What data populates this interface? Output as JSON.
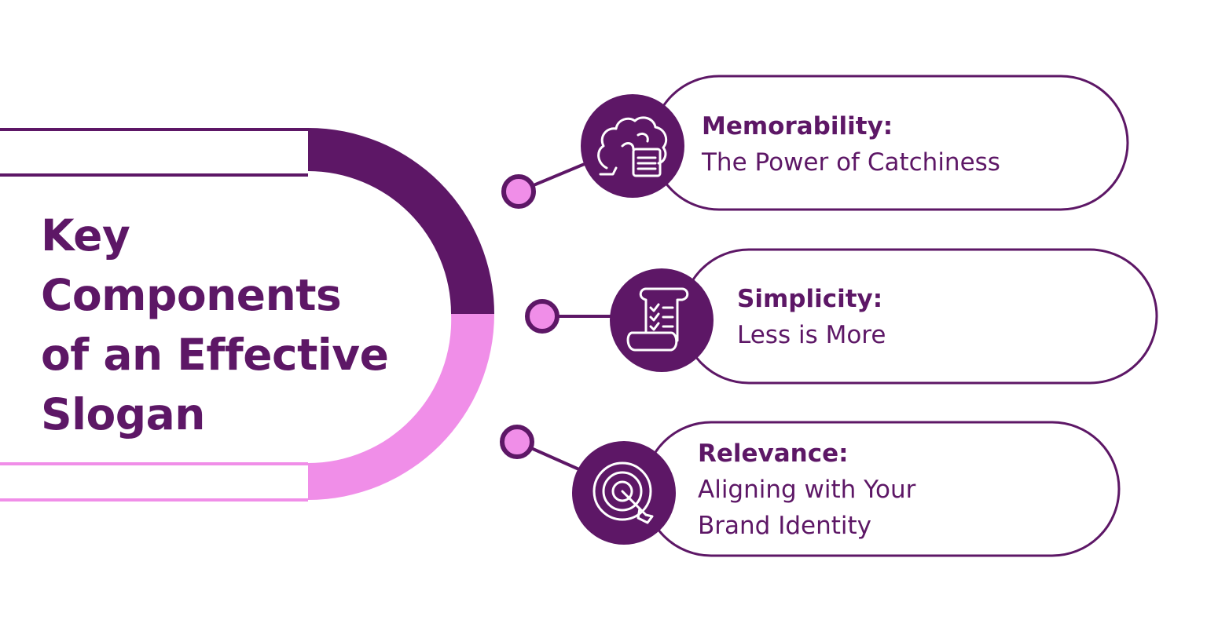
{
  "colors": {
    "primary": "#5d1766",
    "accent": "#f08ee8",
    "background": "#ffffff"
  },
  "title": {
    "lines": [
      "Key",
      "Components",
      "of an Effective",
      "Slogan"
    ]
  },
  "items": [
    {
      "heading": "Memorability:",
      "description": [
        "The Power of Catchiness"
      ],
      "icon": "brain-document-icon"
    },
    {
      "heading": "Simplicity:",
      "description": [
        "Less is More"
      ],
      "icon": "checklist-scroll-icon"
    },
    {
      "heading": "Relevance:",
      "description": [
        "Aligning with Your",
        "Brand Identity"
      ],
      "icon": "target-arrow-icon"
    }
  ]
}
